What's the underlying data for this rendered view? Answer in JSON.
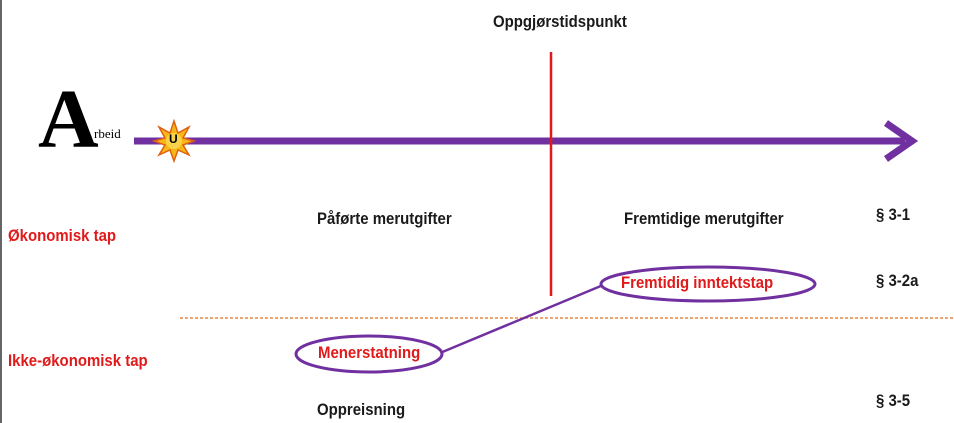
{
  "header": {
    "settlement_label": "Oppgjørstidspunkt"
  },
  "timeline": {
    "initial": "A",
    "subscript": "rbeid",
    "injury_marker": "U"
  },
  "columns": {
    "past": "Påførte merutgifter",
    "future": "Fremtidige merutgifter"
  },
  "categories": {
    "economic": "Økonomisk tap",
    "non_economic": "Ikke-økonomisk tap"
  },
  "items": {
    "future_income_loss": "Fremtidig inntektstap",
    "menerstatning": "Menerstatning",
    "oppreisning": "Oppreisning"
  },
  "sections": {
    "s3_1": "§ 3-1",
    "s3_2a": "§ 3-2a",
    "s3_5": "§ 3-5"
  },
  "colors": {
    "arrow": "#7030a0",
    "settlement_line": "#e01a1a",
    "ellipse": "#7030a0",
    "divider": "#e07020",
    "category_text": "#e01a1a",
    "star_fill": "#f7b718",
    "star_outline": "#e06010"
  }
}
